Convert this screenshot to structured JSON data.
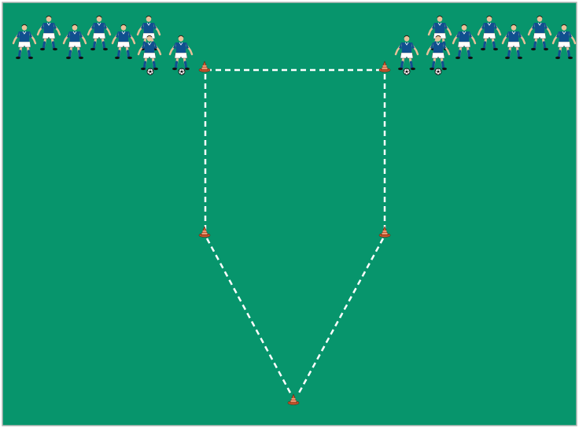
{
  "colors": {
    "pitch": "#07956c",
    "border": "#b8b8b8",
    "dashed_line": "#ffffff",
    "shirt": "#10508f",
    "shorts": "#ffffff",
    "skin": "#e9c199",
    "hair": "#1e1208",
    "socks": "#10508f",
    "cone_base": "#d0582f",
    "cone_stripe": "#f2c7a6",
    "ball": "#ffffff"
  },
  "icons": {
    "player": "soccer-player-icon",
    "cone": "training-cone-icon",
    "ball": "soccer-ball-icon"
  },
  "drill": {
    "left_group": {
      "players": 8,
      "balls": 2
    },
    "right_group": {
      "players": 8,
      "balls": 2
    },
    "cones": 5,
    "path_segments": 5
  }
}
